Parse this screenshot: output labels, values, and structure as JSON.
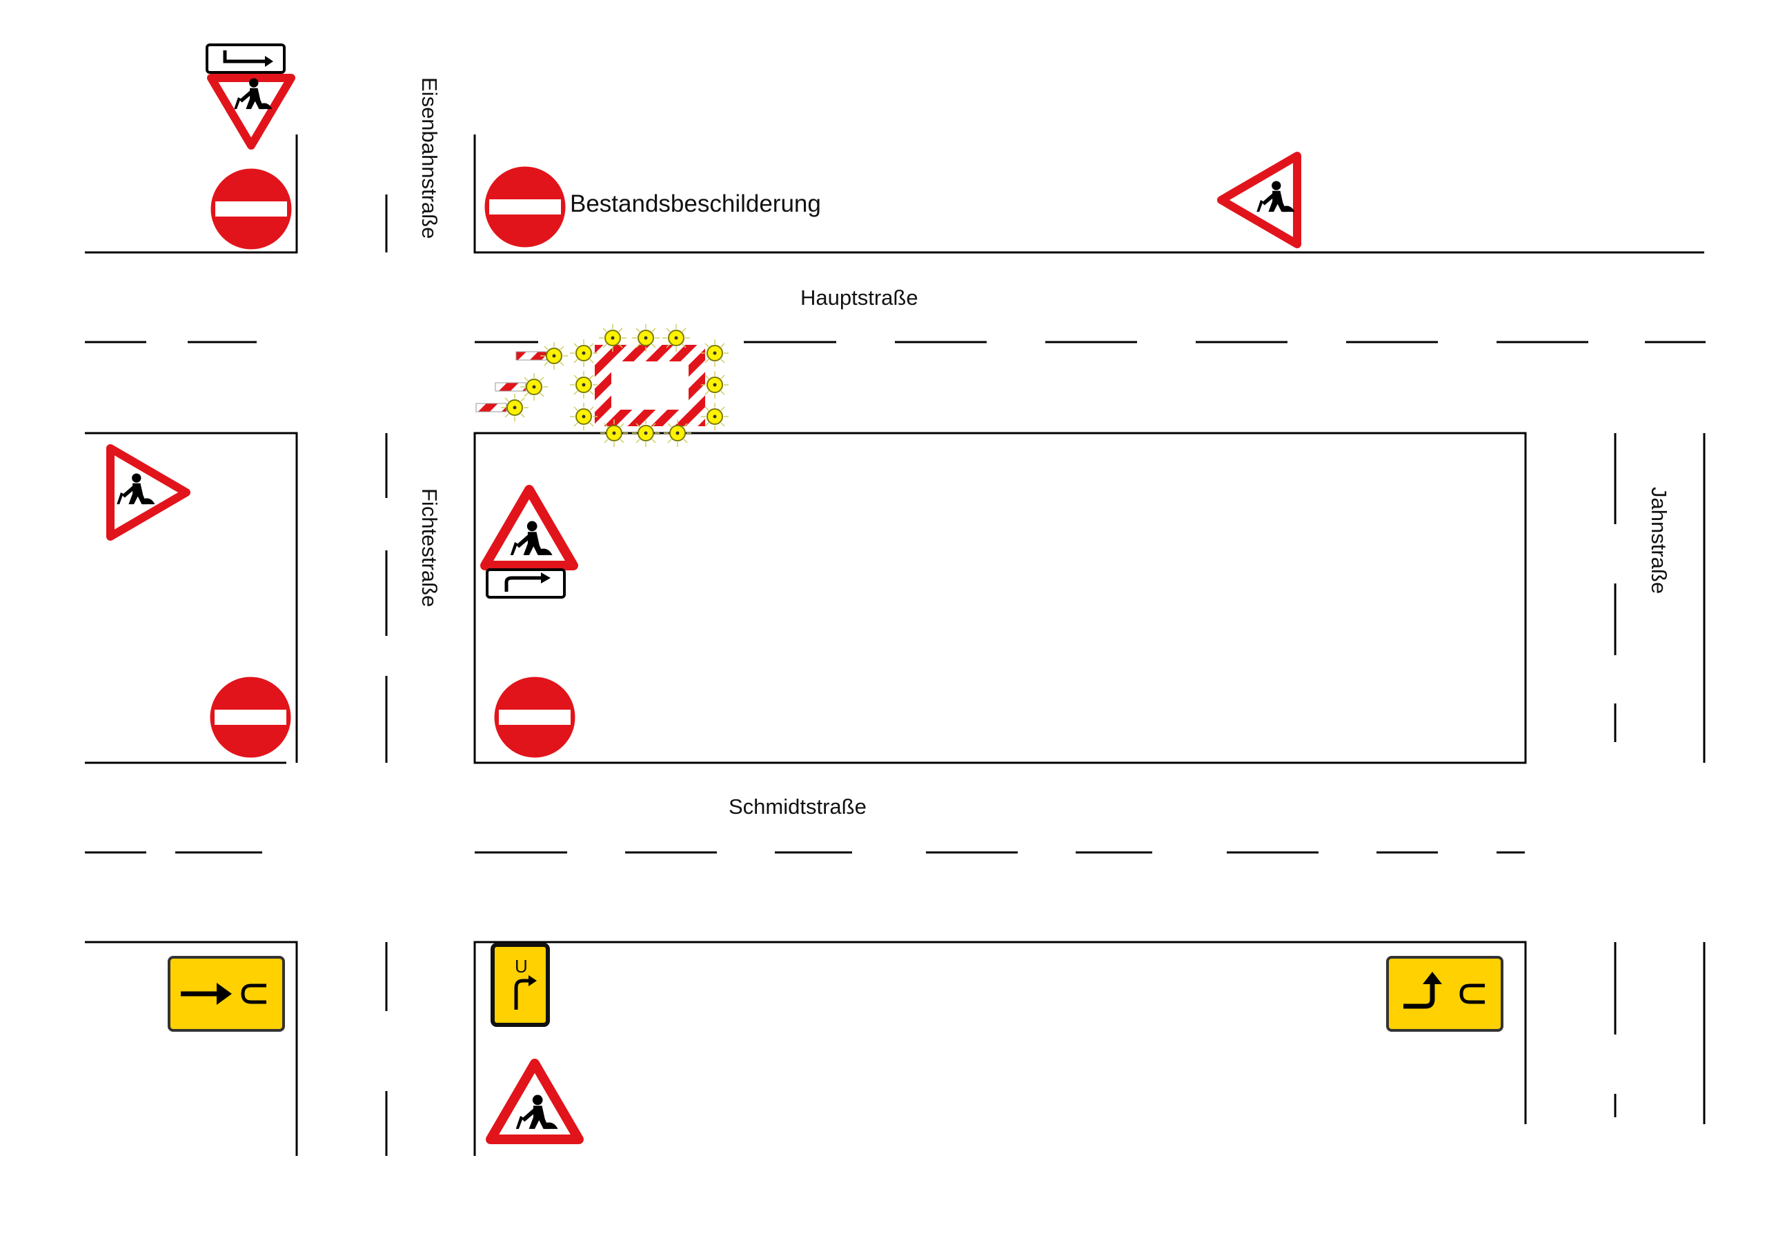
{
  "streets": {
    "hauptstrasse": "Hauptstraße",
    "schmidtstrasse": "Schmidtstraße",
    "eisenbahnstrasse": "Eisenbahnstraße",
    "fichtestrasse": "Fichtestraße",
    "jahnstrasse": "Jahnstraße"
  },
  "labels": {
    "existing_signage": "Bestandsbeschilderung",
    "detour_sign_letter": "U"
  },
  "icons": {
    "no_entry": "no-entry-sign-icon",
    "roadworks": "roadworks-warning-sign-icon",
    "turn_arrow": "turn-arrow-plate-icon",
    "detour": "detour-sign-icon",
    "barrier": "barrier-with-warning-lights-icon"
  },
  "colors": {
    "sign_red": "#e2141b",
    "detour_yellow": "#ffd100",
    "lamp_yellow": "#fff200",
    "line": "#000000"
  }
}
